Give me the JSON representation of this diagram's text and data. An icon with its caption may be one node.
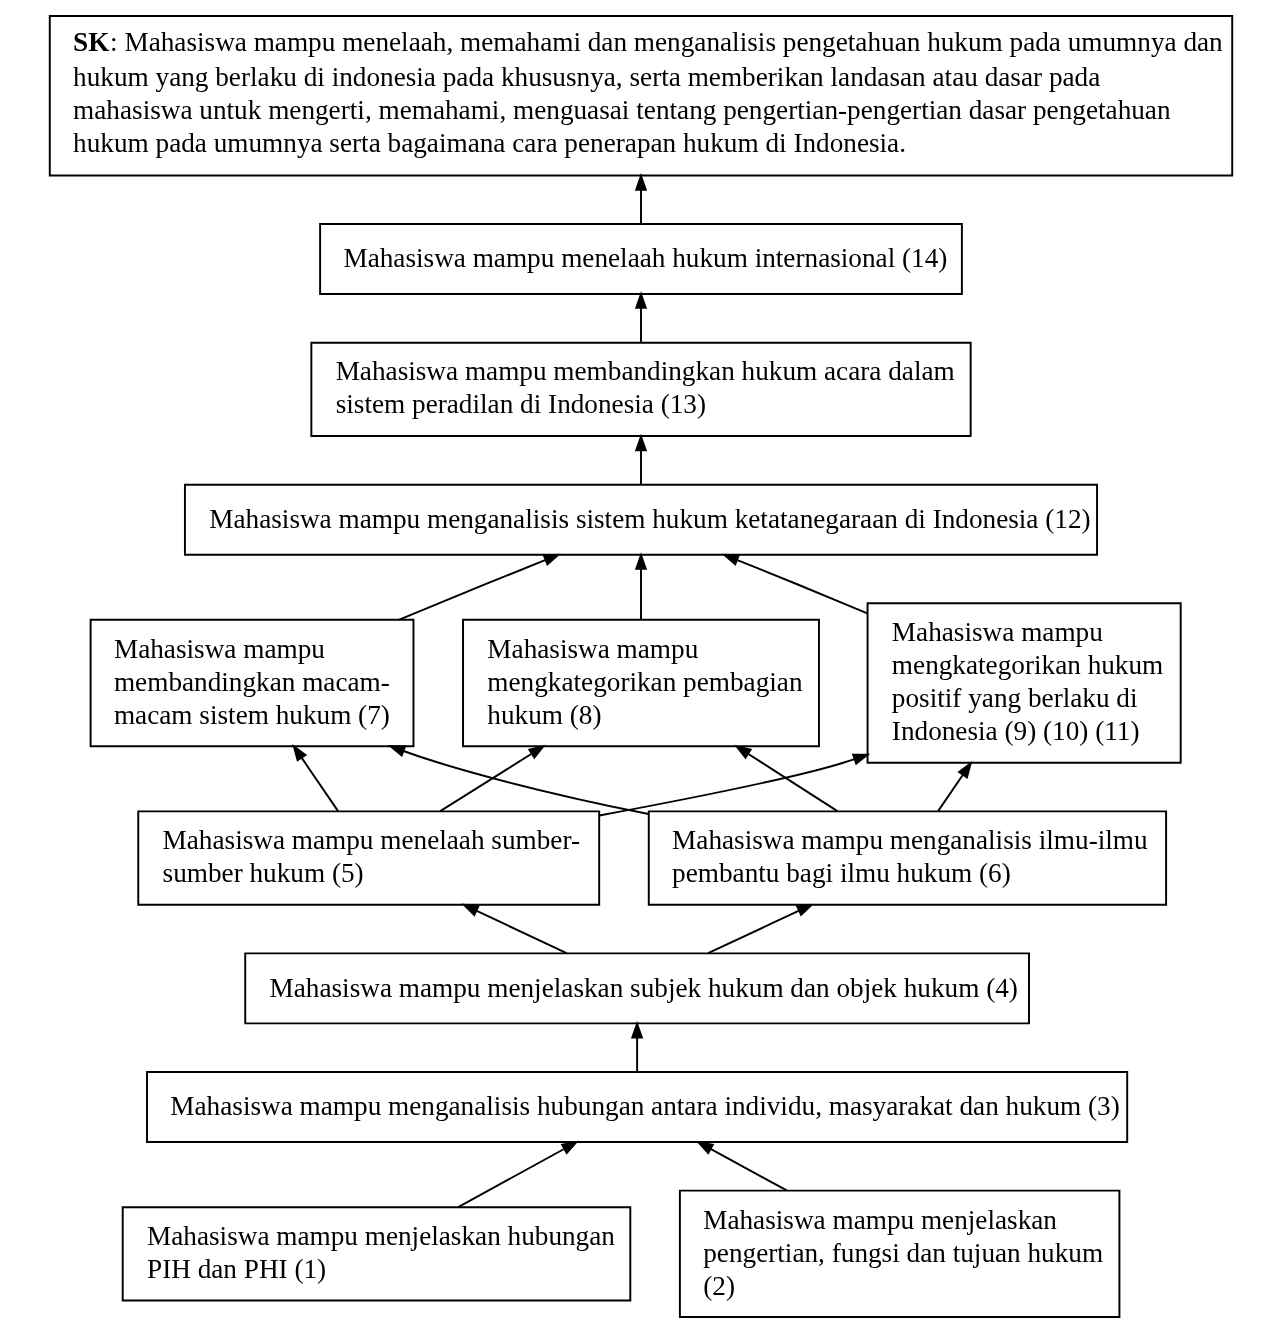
{
  "diagram": {
    "nodes": [
      {
        "text": [
          "**SK**: Mahasiswa mampu menelaah, memahami dan menganalisis pengetahuan hukum pada umumnya dan hukum yang berlaku di indonesia pada khususnya, serta memberikan landasan atau dasar pada mahasiswa untuk mengerti, memahami, menguasai tentang pengertian-pengertian dasar pengetahuan hukum pada umumnya serta bagaimana cara penerapan hukum di Indonesia."
        ]
      },
      {
        "text": [
          "Mahasiswa mampu menelaah hukum internasional (14)"
        ]
      },
      {
        "text": [
          "Mahasiswa mampu membandingkan hukum acara dalam sistem peradilan di Indonesia (13)"
        ]
      },
      {
        "text": [
          "Mahasiswa mampu menganalisis sistem hukum ketatanegaraan di Indonesia (12)"
        ]
      },
      {
        "text": [
          "Mahasiswa mampu membandingkan macam-macam sistem hukum (7)"
        ]
      },
      {
        "text": [
          "Mahasiswa mampu mengkategorikan pembagian hukum (8)"
        ]
      },
      {
        "text": [
          "Mahasiswa mampu mengkategorikan hukum positif yang berlaku di Indonesia (9) (10) (11)"
        ]
      },
      {
        "text": [
          "Mahasiswa mampu menelaah sumber-sumber hukum (5)"
        ]
      },
      {
        "text": [
          "Mahasiswa mampu menganalisis ilmu-ilmu pembantu bagi ilmu hukum (6)"
        ]
      },
      {
        "text": [
          "Mahasiswa mampu menjelaskan subjek hukum dan objek hukum (4)"
        ]
      },
      {
        "text": [
          "Mahasiswa mampu menganalisis hubungan antara individu, masyarakat dan hukum (3)"
        ]
      },
      {
        "text": [
          "Mahasiswa mampu menjelaskan hubungan PIH dan PHI (1)"
        ]
      },
      {
        "text": [
          "Mahasiswa mampu menjelaskan pengertian, fungsi dan tujuan hukum (2)"
        ]
      }
    ],
    "edges": [
      {
        "from": 1,
        "to": 0,
        "arrow": "to"
      },
      {
        "from": 2,
        "to": 1,
        "arrow": "to"
      },
      {
        "from": 3,
        "to": 2,
        "arrow": "to"
      },
      {
        "from": 4,
        "to": 3,
        "arrow": "to"
      },
      {
        "from": 5,
        "to": 3,
        "arrow": "to"
      },
      {
        "from": 6,
        "to": 3,
        "arrow": "to"
      },
      {
        "from": 7,
        "to": 4,
        "arrow": "to"
      },
      {
        "from": 7,
        "to": 5,
        "arrow": "to"
      },
      {
        "from": 7,
        "to": 6,
        "arrow": "to"
      },
      {
        "from": 8,
        "to": 4,
        "arrow": "to"
      },
      {
        "from": 8,
        "to": 5,
        "arrow": "to"
      },
      {
        "from": 8,
        "to": 6,
        "arrow": "to"
      },
      {
        "from": 9,
        "to": 7,
        "arrow": "to"
      },
      {
        "from": 9,
        "to": 8,
        "arrow": "to"
      },
      {
        "from": 10,
        "to": 9,
        "arrow": "to"
      },
      {
        "from": 11,
        "to": 10,
        "arrow": "to"
      },
      {
        "from": 12,
        "to": 10,
        "arrow": "to"
      }
    ]
  }
}
